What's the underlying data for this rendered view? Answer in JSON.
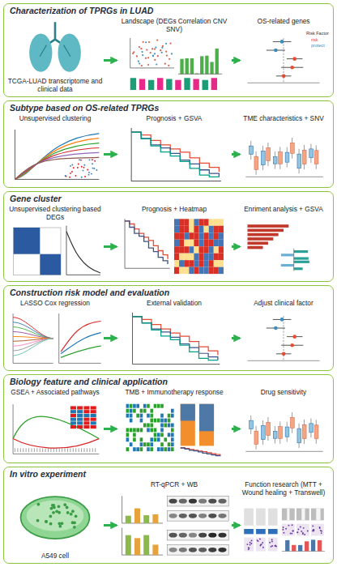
{
  "diagram": {
    "nodes": [
      {
        "text": [
          "Characterization of TPRGs in LUAD"
        ]
      },
      {
        "text": [
          "TCGA-LUAD transcriptome and clinical data"
        ],
        "in": 0
      },
      {
        "text": [
          "Landscape (DEGs Correlation CNV SNV)"
        ],
        "in": 0
      },
      {
        "text": [
          "OS-related genes"
        ],
        "in": 0
      },
      {
        "text": [
          "Subtype based on OS-related TPRGs"
        ]
      },
      {
        "text": [
          "Unsupervised clustering"
        ],
        "in": 4
      },
      {
        "text": [
          "Prognosis + GSVA"
        ],
        "in": 4
      },
      {
        "text": [
          "TME characteristics + SNV"
        ],
        "in": 4
      },
      {
        "text": [
          "Gene cluster"
        ]
      },
      {
        "text": [
          "Unsupervised clustering based DEGs"
        ],
        "in": 8
      },
      {
        "text": [
          "Prognosis + Heatmap"
        ],
        "in": 8
      },
      {
        "text": [
          "Enriment analysis + GSVA"
        ],
        "in": 8
      },
      {
        "text": [
          "Construction risk model and evaluation"
        ]
      },
      {
        "text": [
          "LASSO Cox regression"
        ],
        "in": 12
      },
      {
        "text": [
          "External validation"
        ],
        "in": 12
      },
      {
        "text": [
          "Adjust clinical factor"
        ],
        "in": 12
      },
      {
        "text": [
          "Biology feature and clinical application"
        ]
      },
      {
        "text": [
          "GSEA + Associated pathways"
        ],
        "in": 16
      },
      {
        "text": [
          "TMB + Immunotherapy response"
        ],
        "in": 16
      },
      {
        "text": [
          "Drug sensitivity"
        ],
        "in": 16
      },
      {
        "text": [
          "In vitro experiment"
        ]
      },
      {
        "text": [
          "A549 cell"
        ],
        "in": 20
      },
      {
        "text": [
          "RT-qPCR + WB"
        ],
        "in": 20
      },
      {
        "text": [
          "Function research (MTT + Wound healing + Transwell)"
        ],
        "in": 20
      }
    ],
    "edges": [
      {
        "from": 1,
        "to": 2,
        "arrow": "to"
      },
      {
        "from": 2,
        "to": 3,
        "arrow": "to"
      },
      {
        "from": 5,
        "to": 6,
        "arrow": "to"
      },
      {
        "from": 6,
        "to": 7,
        "arrow": "to"
      },
      {
        "from": 9,
        "to": 10,
        "arrow": "to"
      },
      {
        "from": 10,
        "to": 11,
        "arrow": "to"
      },
      {
        "from": 13,
        "to": 14,
        "arrow": "to"
      },
      {
        "from": 14,
        "to": 15,
        "arrow": "to"
      },
      {
        "from": 17,
        "to": 18,
        "arrow": "to"
      },
      {
        "from": 18,
        "to": 19,
        "arrow": "to"
      },
      {
        "from": 21,
        "to": 22,
        "arrow": "to"
      },
      {
        "from": 22,
        "to": 23,
        "arrow": "to"
      }
    ],
    "labels": [
      "Risk Factor",
      "risk",
      "protect"
    ]
  }
}
